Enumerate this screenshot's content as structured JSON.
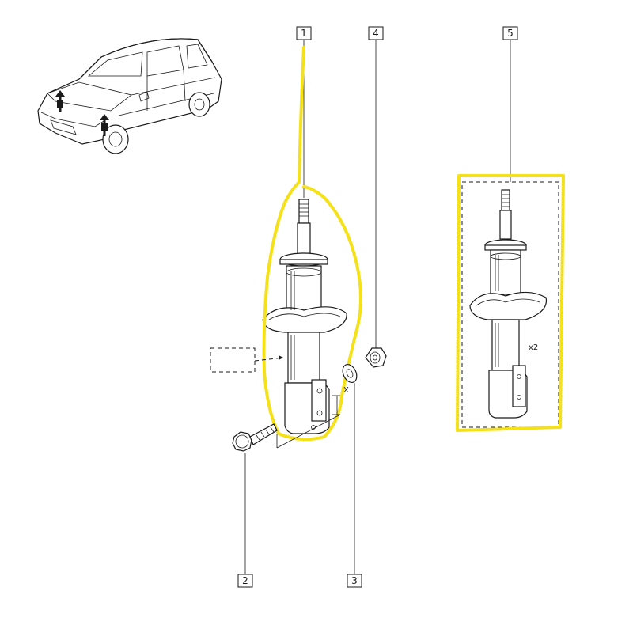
{
  "callouts": [
    {
      "id": "1",
      "label": "1"
    },
    {
      "id": "2",
      "label": "2"
    },
    {
      "id": "3",
      "label": "3"
    },
    {
      "id": "4",
      "label": "4"
    },
    {
      "id": "5",
      "label": "5"
    }
  ],
  "annotations": {
    "dimension_label": "X",
    "quantity_label": "x2"
  },
  "colors": {
    "highlight": "#f5e11a",
    "line": "#1a1a1a",
    "background": "#ffffff"
  }
}
